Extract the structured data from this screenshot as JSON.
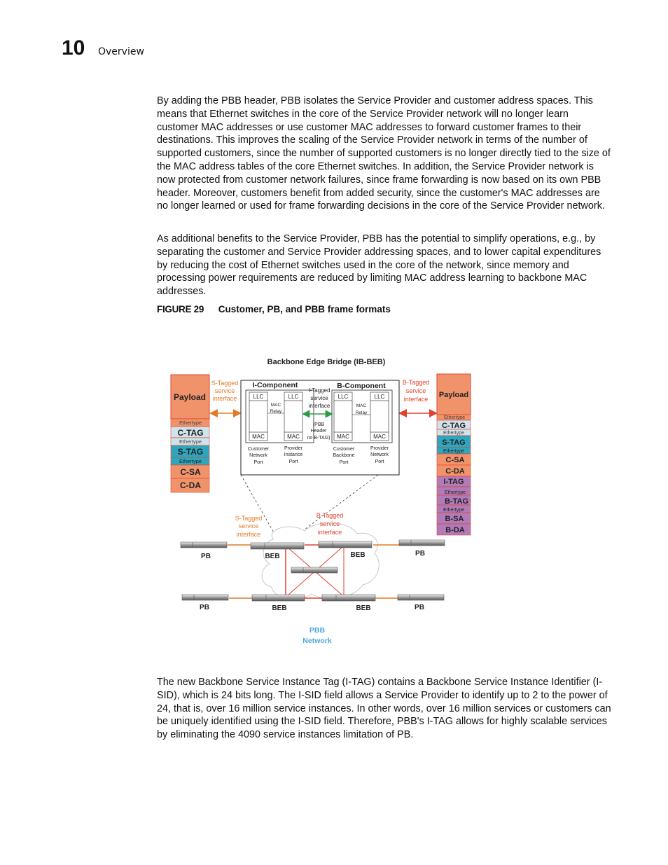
{
  "header": {
    "chapter_number": "10",
    "chapter_title": "Overview"
  },
  "paragraphs": [
    "By adding the PBB header, PBB isolates the Service Provider and customer address spaces. This means that Ethernet switches in the core of the Service Provider network will no longer learn customer MAC addresses or use customer MAC addresses to forward customer frames to their destinations. This improves the scaling of the Service Provider network in terms of the number of supported customers, since the number of supported customers is no longer directly tied to the size of the MAC address tables of the core Ethernet switches. In addition, the Service Provider network is now protected from customer network failures, since frame forwarding is now based on its own PBB header. Moreover, customers benefit from added security, since the customer's MAC addresses are no longer learned or used for frame forwarding decisions in the core of the Service Provider network.",
    "As additional benefits to the Service Provider, PBB has the potential to simplify operations, e.g., by separating the customer and Service Provider addressing spaces, and to lower capital expenditures by reducing the cost of Ethernet switches used in the core of the network, since memory and processing power requirements are reduced by limiting MAC address learning to backbone MAC addresses.",
    "The new Backbone Service Instance Tag (I-TAG) contains a Backbone Service Instance Identifier (I-SID), which is 24 bits long. The I-SID field allows a Service Provider to identify up to 2 to the power of 24, that is, over 16 million service instances. In other words, over 16 million services or customers can be uniquely identified using the I-SID field. Therefore, PBB's I-TAG allows for highly scalable services by eliminating the 4090 service instances limitation of PB."
  ],
  "figure": {
    "label": "FIGURE 29",
    "caption": "Customer, PB, and PBB frame formats",
    "title": "Backbone Edge Bridge (IB-BEB)",
    "left_frame": {
      "payload": "Payload",
      "ethertype": "Ethertype",
      "c_tag": "C-TAG",
      "s_tag": "S-TAG",
      "c_sa": "C-SA",
      "c_da": "C-DA"
    },
    "right_frame": {
      "payload": "Payload",
      "ethertype": "Ethertype",
      "c_tag": "C-TAG",
      "s_tag": "S-TAG",
      "c_sa": "C-SA",
      "c_da": "C-DA",
      "i_tag": "I-TAG",
      "b_tag": "B-TAG",
      "b_sa": "B-SA",
      "b_da": "B-DA"
    },
    "beb": {
      "i_component": "I-Component",
      "b_component": "B-Component",
      "llc": "LLC",
      "mac": "MAC",
      "mac_relay_1": "MAC",
      "mac_relay_2": "Relay",
      "i_tagged_1": "I-Tagged",
      "i_tagged_2": "service",
      "i_tagged_3": "interface",
      "pbb_header_1": "(PBB",
      "pbb_header_2": "Header",
      "pbb_header_3": "no B-TAG)",
      "ports": {
        "customer_network": [
          "Customer",
          "Network",
          "Port"
        ],
        "provider_instance": [
          "Provider",
          "Instance",
          "Port"
        ],
        "customer_backbone": [
          "Customer",
          "Backbone",
          "Port"
        ],
        "provider_network": [
          "Provider",
          "Network",
          "Port"
        ]
      }
    },
    "s_tagged_interface": [
      "S-Tagged",
      "service",
      "interface"
    ],
    "b_tagged_interface": [
      "B-Tagged",
      "service",
      "interface"
    ],
    "network": {
      "pb": "PB",
      "beb": "BEB",
      "pbb_network": [
        "PBB",
        "Network"
      ]
    },
    "colors": {
      "payload": "#f0936b",
      "c_tag": "#cfe3ea",
      "s_tag": "#2ea7be",
      "ethertype_light": "#f0936b",
      "c_addr": "#f0936b",
      "purple": "#b07bb8",
      "border_red": "#e2402e",
      "orange_text": "#e07b27",
      "red_text": "#e2402e",
      "green_arrow": "#2e9a4a",
      "blue_text": "#4aa9d8"
    }
  }
}
